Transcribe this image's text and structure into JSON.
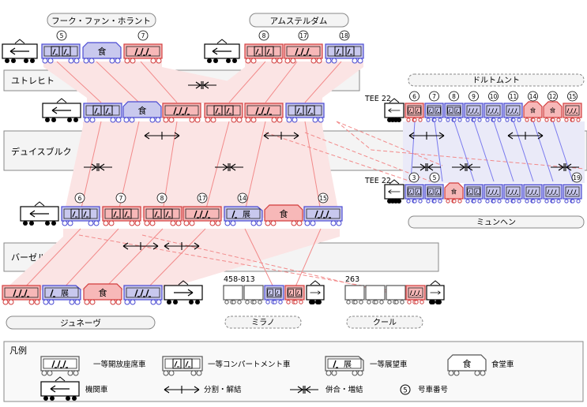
{
  "places": {
    "utrecht": "ユトレヒト",
    "duisburg": "デュイスブルク",
    "basel": "バーゼル",
    "hook": "フーク・ファン・ホラント",
    "amsterdam": "アムステルダム",
    "dortmund": "ドルトムント",
    "munich": "ミュンヘン",
    "geneva": "ジュネーヴ",
    "milano": "ミラノ",
    "chur": "クール"
  },
  "train_labels": {
    "tee_upper": "TEE 22",
    "tee_lower": "TEE 22",
    "train_458": "458-813",
    "train_263": "263"
  },
  "car_numbers": {
    "hook": [
      "5",
      "7"
    ],
    "amsterdam": [
      "8",
      "17",
      "18"
    ],
    "basel_train": [
      "6",
      "7",
      "8",
      "17",
      "14",
      "15"
    ],
    "dortmund": [
      "6",
      "7",
      "8",
      "9",
      "10",
      "11",
      "14",
      "12",
      "15"
    ],
    "munich": [
      "3",
      "5",
      "19"
    ]
  },
  "symbols": {
    "dining": "食",
    "observation": "展"
  },
  "legend": {
    "title": "凡例",
    "open_car": "一等開放座席車",
    "compartment_car": "一等コンパートメント車",
    "observation_car": "一等展望車",
    "dining_car": "食堂車",
    "locomotive": "機関車",
    "split": "分割・解結",
    "merge": "併合・増結",
    "car_number_sample": "5",
    "car_number": "号車番号"
  },
  "colors": {
    "pink_car": "#f7b8b8",
    "pink_border": "#d23c3c",
    "blue_car": "#c8c8ee",
    "blue_border": "#4a4ad2",
    "pink_line": "#f28a8a",
    "blue_line": "#7a7aee",
    "route_fill": "#fbe4e4",
    "station_fill": "#f4f4f4"
  }
}
